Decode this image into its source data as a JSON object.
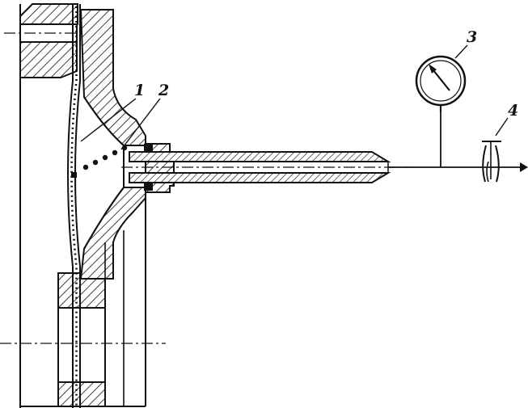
{
  "labels": {
    "l1": "1",
    "l2": "2",
    "l3": "3",
    "l4": "4"
  },
  "colors": {
    "ink": "#111111",
    "paper": "#ffffff"
  },
  "icons": {
    "gauge": "pressure-gauge-icon",
    "valve": "valve-icon",
    "arrow": "flow-arrow-icon"
  }
}
